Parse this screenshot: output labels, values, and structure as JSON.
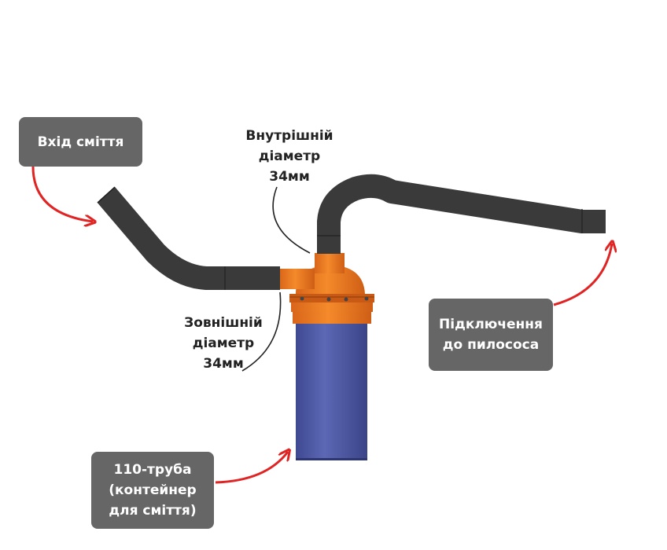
{
  "labels": {
    "debris_inlet": "Вхід сміття",
    "inner_diameter": [
      "Внутрішній",
      "діаметр",
      "34мм"
    ],
    "outer_diameter": [
      "Зовнішній",
      "діаметр",
      "34мм"
    ],
    "vacuum_connection": [
      "Підключення",
      "до пилососа"
    ],
    "container_pipe": [
      "110-труба",
      "(контейнер",
      "для сміття)"
    ]
  },
  "colors": {
    "hose": "#3a3a3a",
    "cyclone": "#f07d1e",
    "container": "#525ea8",
    "label_bg": "#666666",
    "arrow": "#e02424"
  }
}
